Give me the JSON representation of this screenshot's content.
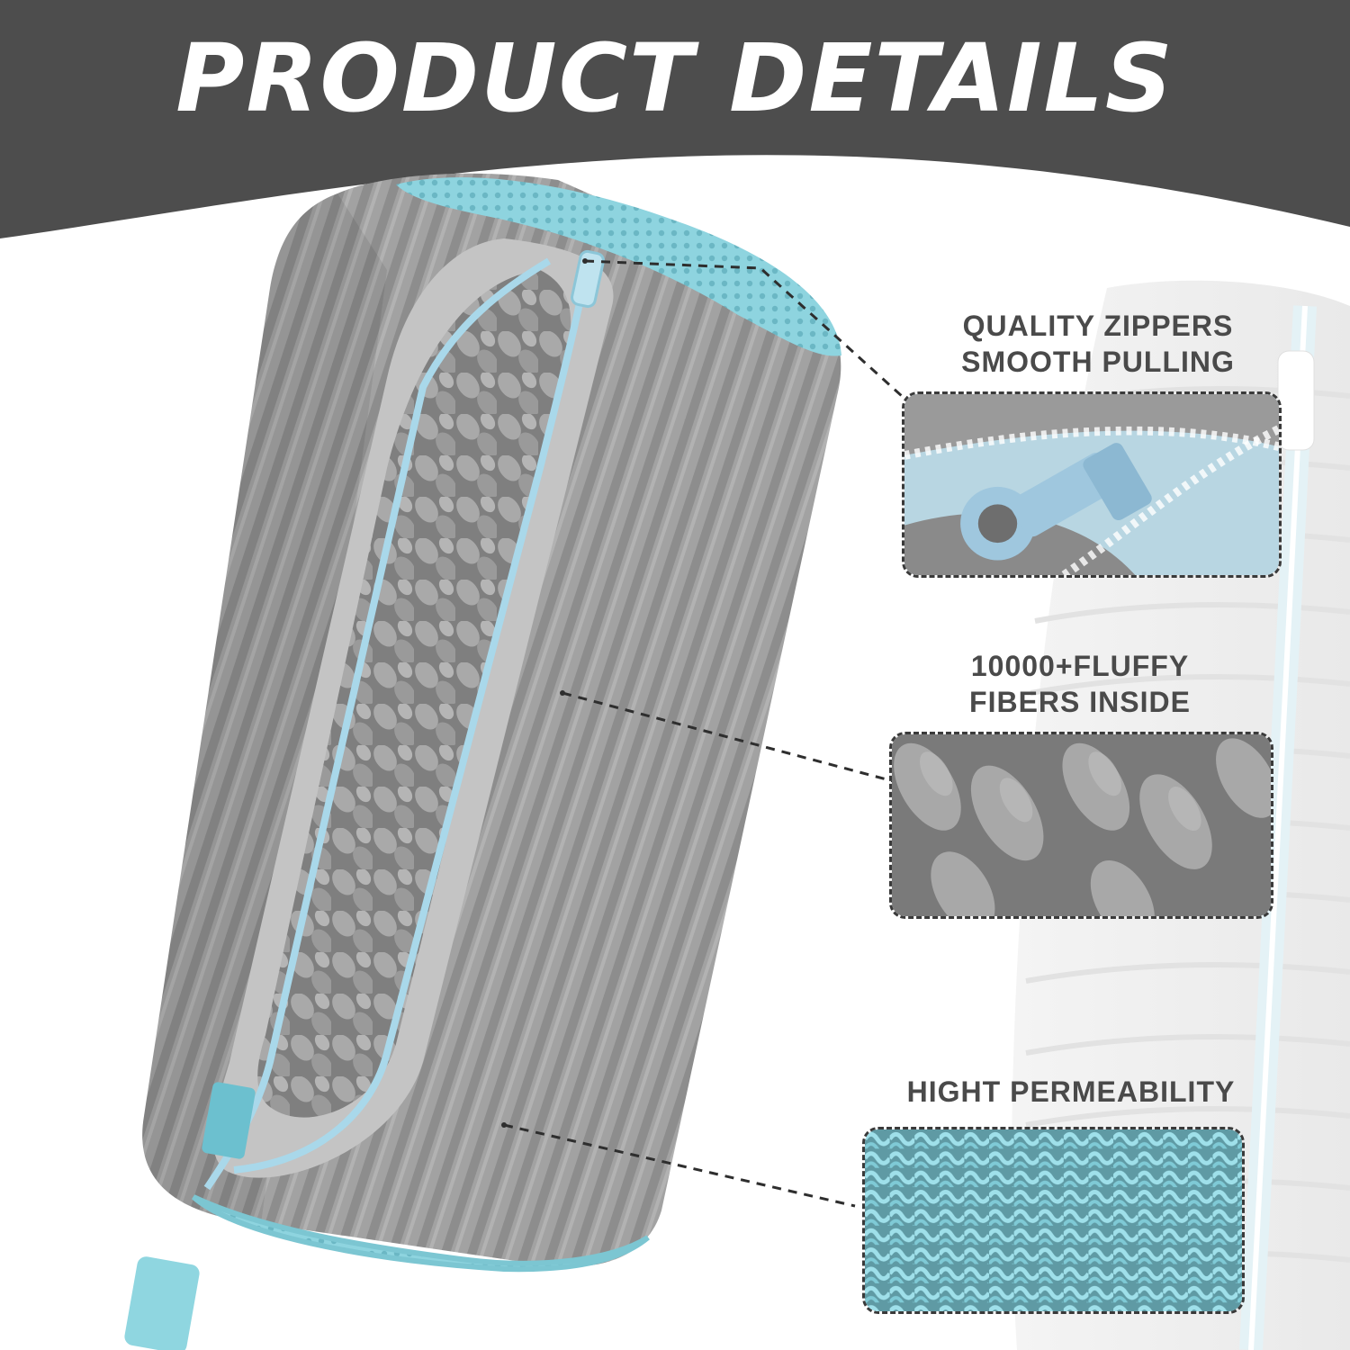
{
  "header": {
    "title": "PRODUCT DETAILS",
    "band_color": "#4d4d4d",
    "title_color": "#ffffff"
  },
  "colors": {
    "fabric_gray": "#9e9e9e",
    "accent_blue": "#8fd6e0",
    "zipper_blue": "#b9dcec",
    "label_text": "#4a4a4a"
  },
  "product": {
    "icon": "laundry-bag-icon"
  },
  "features": [
    {
      "line1": "QUALITY ZIPPERS",
      "line2": "SMOOTH PULLING",
      "icon": "zipper-icon"
    },
    {
      "line1": "10000+FLUFFY",
      "line2": "FIBERS INSIDE",
      "icon": "fibers-icon"
    },
    {
      "line1": "HIGHT PERMEABILITY",
      "line2": "",
      "icon": "mesh-icon"
    }
  ]
}
